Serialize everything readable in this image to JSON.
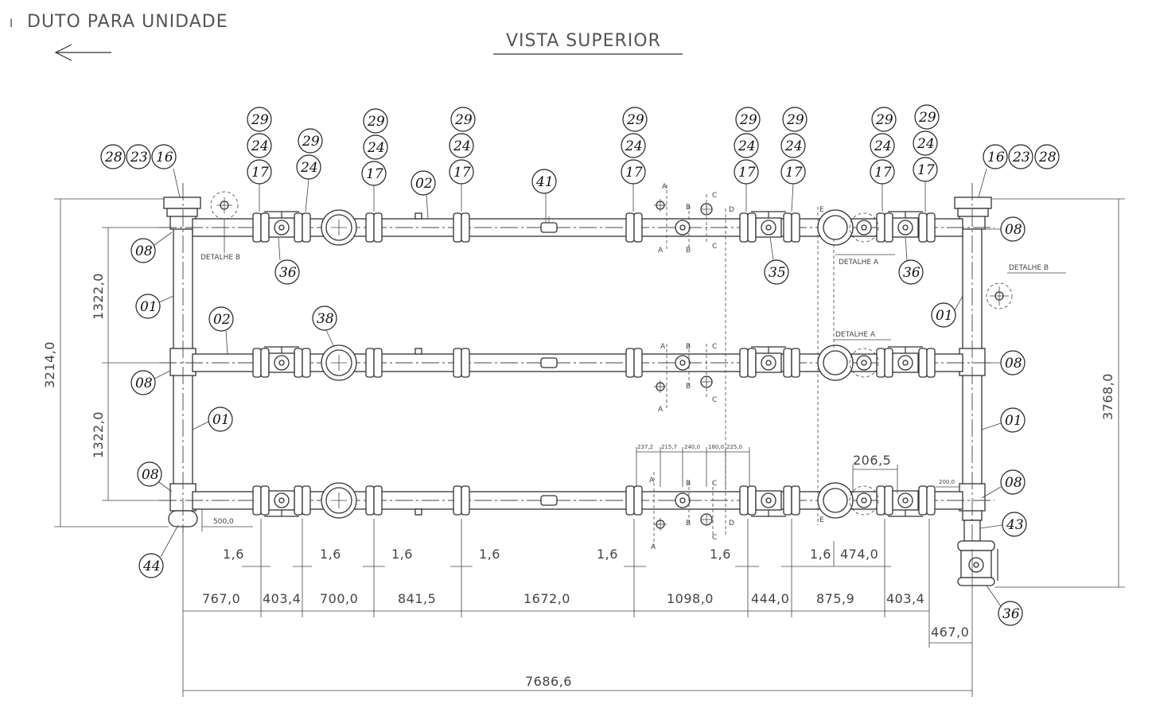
{
  "header": {
    "marker": "I",
    "flow_label": "DUTO PARA UNIDADE",
    "view_title": "VISTA SUPERIOR"
  },
  "balloons": {
    "b29a": "29",
    "b24a": "24",
    "b17a": "17",
    "b29b": "29",
    "b24b": "24",
    "b29c": "29",
    "b24c": "24",
    "b17c": "17",
    "b02top": "02",
    "b29d": "29",
    "b24d": "24",
    "b17d": "17",
    "b41": "41",
    "b29e": "29",
    "b24e": "24",
    "b17e": "17",
    "b29f": "29",
    "b24f": "24",
    "b17f": "17",
    "b29g": "29",
    "b24g": "24",
    "b17g": "17",
    "b29h": "29",
    "b24h": "24",
    "b17h": "17",
    "b29i": "29",
    "b24i": "24",
    "b17i": "17",
    "b28l": "28",
    "b23l": "23",
    "b16l": "16",
    "b16r": "16",
    "b23r": "23",
    "b28r": "28",
    "b08l1": "08",
    "b36a": "36",
    "b35": "35",
    "b36b": "36",
    "b08r1": "08",
    "b01l1": "01",
    "b01r1": "01",
    "b02mid": "02",
    "b38": "38",
    "b08l2": "08",
    "b08r2": "08",
    "b01l2": "01",
    "b01r2": "01",
    "b08l3": "08",
    "b08r3": "08",
    "b43": "43",
    "b44": "44",
    "b36c": "36"
  },
  "details": {
    "detalhe_b_left": "DETALHE B",
    "detalhe_a_top": "DETALHE A",
    "detalhe_b_right": "DETALHE B",
    "detalhe_a_mid": "DETALHE A"
  },
  "dimensions": {
    "left_total": "3214,0",
    "left_upper": "1322,0",
    "left_lower": "1322,0",
    "right_total": "3768,0",
    "gap_1": "1,6",
    "gap_2": "1,6",
    "gap_3": "1,6",
    "gap_4": "1,6",
    "gap_5": "1,6",
    "gap_6": "1,6",
    "gap_7": "1,6",
    "seg_1": "767,0",
    "seg_2": "403,4",
    "seg_3": "700,0",
    "seg_4": "841,5",
    "seg_5": "1672,0",
    "seg_6": "1098,0",
    "seg_7": "444,0",
    "seg_8": "875,9",
    "seg_9": "403,4",
    "offset_474": "474,0",
    "offset_467": "467,0",
    "overall": "7686,6",
    "d500": "500,0",
    "d206": "206,5",
    "d200": "200,0",
    "small_1": "237,2",
    "small_2": "215,7",
    "small_3": "240,0",
    "small_4": "180,0",
    "small_5": "225,0"
  },
  "section_marks": {
    "a": "A",
    "b": "B",
    "c": "C",
    "d": "D",
    "e": "E"
  }
}
